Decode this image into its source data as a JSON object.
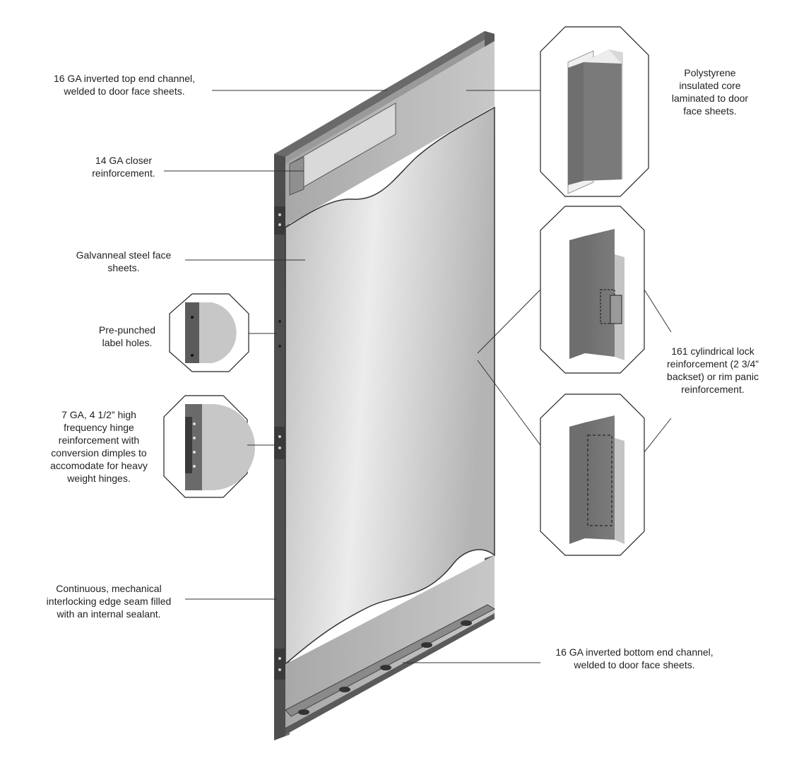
{
  "callouts": {
    "top_channel": [
      "16 GA inverted top end channel,",
      "welded to door face sheets."
    ],
    "closer": [
      "14 GA closer",
      "reinforcement."
    ],
    "face_sheets": [
      "Galvanneal steel face",
      "sheets."
    ],
    "label_holes": [
      "Pre-punched",
      "label holes."
    ],
    "hinge": [
      "7 GA, 4 1/2” high",
      "frequency hinge",
      "reinforcement with",
      "conversion dimples to",
      "accomodate for heavy",
      "weight hinges."
    ],
    "edge_seam": [
      "Continuous, mechanical",
      "interlocking edge seam filled",
      "with an internal sealant."
    ],
    "core": [
      "Polystyrene",
      "insulated core",
      "laminated to door",
      "face sheets."
    ],
    "lock": [
      "161 cylindrical lock",
      "reinforcement (2 3/4”",
      "backset) or rim panic",
      "reinforcement."
    ],
    "bottom_channel": [
      "16 GA inverted bottom end channel,",
      "welded to door face sheets."
    ]
  },
  "colors": {
    "face_sheet": "#c4c4c4",
    "face_highlight": "#ececec",
    "frame_dark": "#4a4a4a",
    "frame_mid": "#8a8a8a",
    "leader": "#333333"
  }
}
